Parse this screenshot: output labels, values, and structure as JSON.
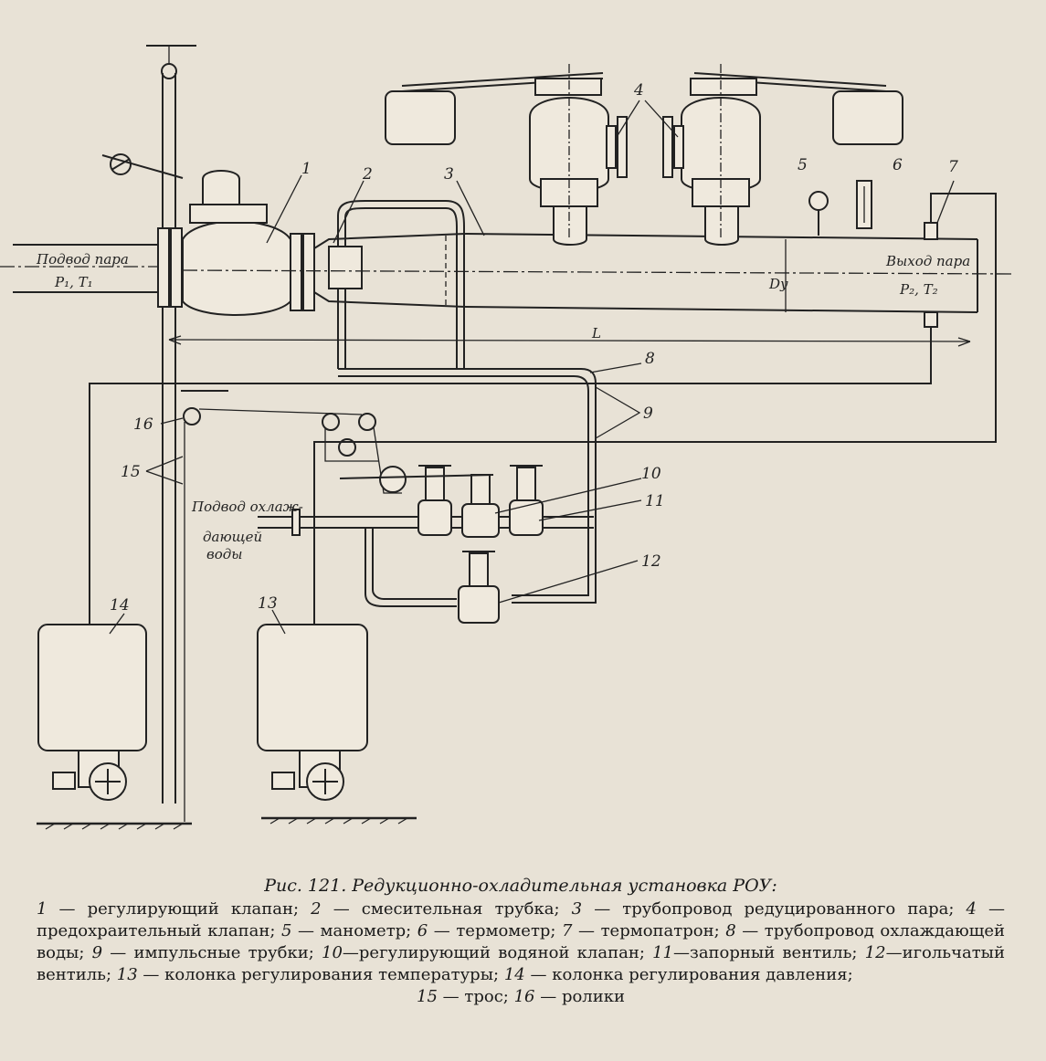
{
  "diagram": {
    "callouts": [
      "1",
      "2",
      "3",
      "4",
      "5",
      "6",
      "7",
      "8",
      "9",
      "10",
      "11",
      "12",
      "13",
      "14",
      "15",
      "16"
    ],
    "labels": {
      "steam_in": "Подвод пара",
      "steam_in_params": "P₁, T₁",
      "steam_out": "Выход пара",
      "steam_out_params": "P₂, T₂",
      "diameter": "Dy",
      "length": "L",
      "water_in_line1": "Подвод охлаж-",
      "water_in_line2": "дающей",
      "water_in_line3": "воды"
    }
  },
  "caption": {
    "title": "Рис. 121. Редукционно-охладительная установка РОУ:",
    "items": [
      {
        "n": "1",
        "t": "регулирующий клапан;"
      },
      {
        "n": "2",
        "t": "смесительная трубка;"
      },
      {
        "n": "3",
        "t": "трубопровод редуцированного пара;"
      },
      {
        "n": "4",
        "t": "предохраительный клапан;"
      },
      {
        "n": "5",
        "t": "манометр;"
      },
      {
        "n": "6",
        "t": "термометр;"
      },
      {
        "n": "7",
        "t": "термопатрон;"
      },
      {
        "n": "8",
        "t": "трубопровод охлаждающей воды;"
      },
      {
        "n": "9",
        "t": "импульсные трубки;"
      },
      {
        "n": "10",
        "t": "регулирующий водяной клапан;"
      },
      {
        "n": "11",
        "t": "запорный вентиль;"
      },
      {
        "n": "12",
        "t": "игольчатый вентиль;"
      },
      {
        "n": "13",
        "t": "колонка регулирования температуры;"
      },
      {
        "n": "14",
        "t": "колонка регулирования давления;"
      },
      {
        "n": "15",
        "t": "трос;"
      },
      {
        "n": "16",
        "t": "ролики"
      }
    ]
  }
}
